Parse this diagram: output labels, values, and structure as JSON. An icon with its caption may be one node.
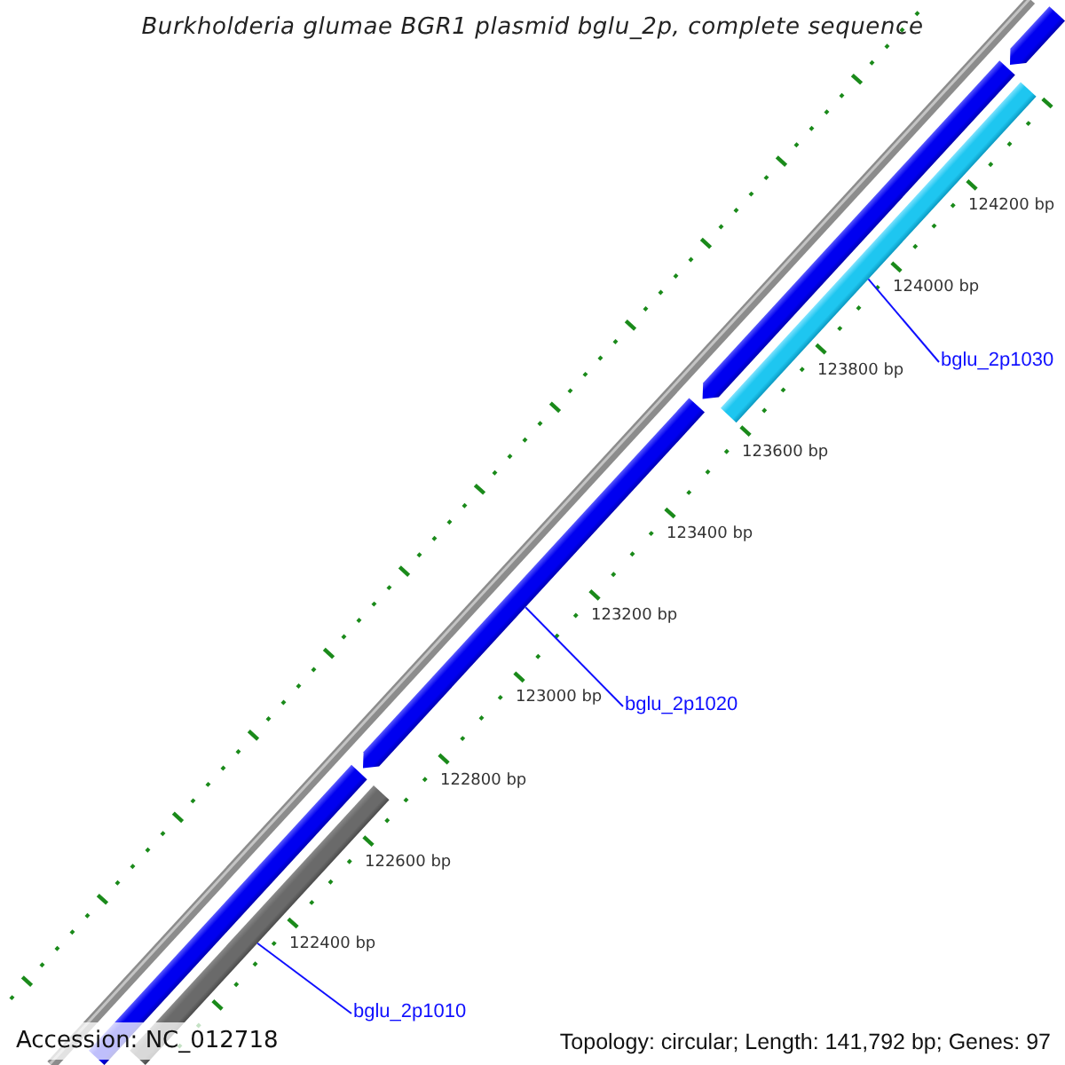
{
  "diagram": {
    "title": "Burkholderia glumae BGR1 plasmid bglu_2p, complete sequence",
    "nodes": [
      {
        "text": [],
        "shape": "bar"
      },
      {
        "text": [],
        "shape": "bar"
      },
      {
        "text": [],
        "shape": "bar"
      },
      {
        "text": [],
        "shape": "bar"
      },
      {
        "text": [],
        "shape": "bar"
      },
      {
        "text": [],
        "shape": "bar"
      },
      {
        "text": [
          "bglu_2p1030"
        ]
      },
      {
        "text": [
          "bglu_2p1020"
        ]
      },
      {
        "text": [
          "bglu_2p1010"
        ]
      }
    ],
    "edges": [
      {
        "from": 6,
        "to": 2,
        "arrow": "none"
      },
      {
        "from": 7,
        "to": 3,
        "arrow": "none"
      },
      {
        "from": 8,
        "to": 4,
        "arrow": "none"
      }
    ],
    "labels": [
      "124200 bp",
      "124000 bp",
      "123800 bp",
      "123600 bp",
      "123400 bp",
      "123200 bp",
      "123000 bp",
      "122800 bp",
      "122600 bp",
      "122400 bp",
      "Accession: NC_012718",
      "Topology: circular; Length: 141,792 bp; Genes: 97"
    ]
  }
}
